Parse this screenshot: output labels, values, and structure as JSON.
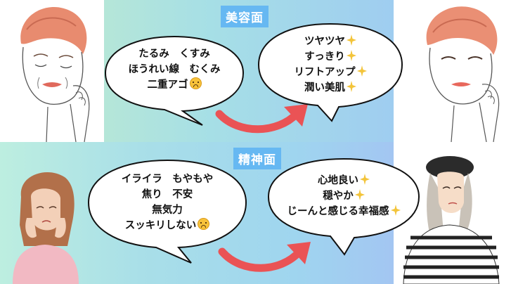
{
  "beauty": {
    "label": "美容面",
    "before": [
      "たるみ　くすみ",
      "ほうれい線　むくみ",
      "二重アゴ"
    ],
    "after": [
      "ツヤツヤ",
      "すっきり",
      "リフトアップ",
      "潤い美肌"
    ]
  },
  "mental": {
    "label": "精神面",
    "before": [
      "イライラ　もやもや",
      "焦り　不安",
      "無気力",
      "スッキリしない"
    ],
    "after": [
      "心地良い",
      "穏やか",
      "じーんと感じる幸福感"
    ]
  },
  "icons": {
    "sad": "disappointed-face-icon",
    "sparkle": "sparkles-icon",
    "arrow": "curved-arrow-icon"
  },
  "colors": {
    "label_bg": "#66b8f2",
    "arrow": "#ea5355",
    "sparkle": "#f3c43a"
  }
}
